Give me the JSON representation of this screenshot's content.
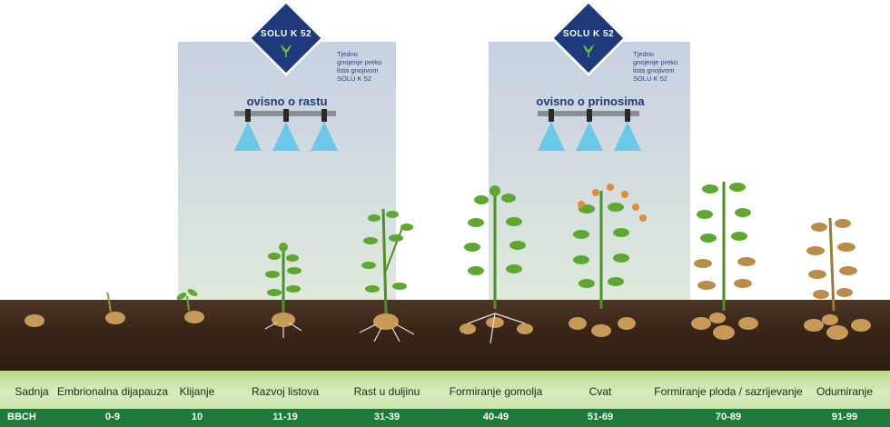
{
  "colors": {
    "brand_blue": "#1f3a7a",
    "soil": "#3a2618",
    "stage_bar": "#cfe5b0",
    "bbch_bar": "#1d7a3a",
    "leaf_green": "#5ea832",
    "tuber": "#c89a5a",
    "spray": "#5bc4e8"
  },
  "products": [
    {
      "badge": "SOLU K 52",
      "note": "Tjedno\ngnojenje preko\nlista gnojivom\nSOLU K 52",
      "mode": "ovisno o rastu",
      "icon": "leaf-icon"
    },
    {
      "badge": "SOLU K 52",
      "note": "Tjedno\ngnojenje preko\nlista gnojivom\nSOLU K 52",
      "mode": "ovisno o prinosima",
      "icon": "leaf-icon"
    }
  ],
  "stages": [
    {
      "name": "Sadnja",
      "bbch": ""
    },
    {
      "name": "Embrionalna dijapauza",
      "bbch": "0-9"
    },
    {
      "name": "Klijanje",
      "bbch": "10"
    },
    {
      "name": "Razvoj listova",
      "bbch": "11-19"
    },
    {
      "name": "Rast u duljinu",
      "bbch": "31-39"
    },
    {
      "name": "Formiranje gomolja",
      "bbch": "40-49"
    },
    {
      "name": "Cvat",
      "bbch": "51-69"
    },
    {
      "name": "Formiranje ploda / sazrijevanje",
      "bbch": "70-89"
    },
    {
      "name": "Odumiranje",
      "bbch": "91-99"
    }
  ],
  "bbch_label": "BBCH"
}
